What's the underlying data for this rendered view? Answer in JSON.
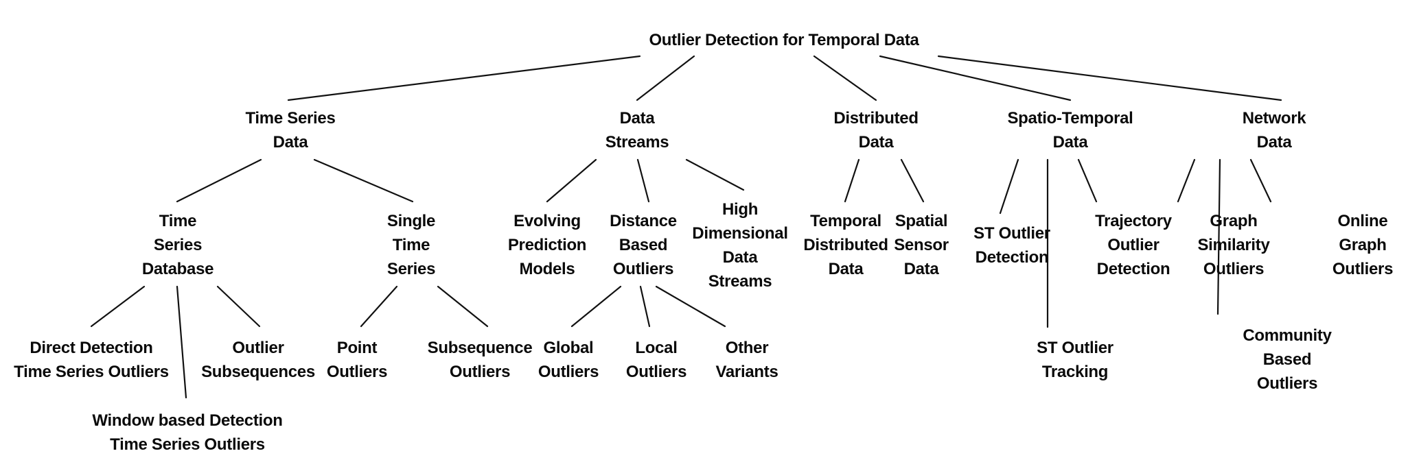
{
  "title": "Outlier Detection for Temporal Data",
  "colors": {
    "text": "#0a0a0a",
    "line": "#111111",
    "background": "#ffffff"
  },
  "tree": {
    "root": {
      "id": "root",
      "lines": [
        "Outlier Detection for Temporal Data"
      ]
    },
    "categories": [
      {
        "id": "time-series-data",
        "lines": [
          "Time Series",
          "Data"
        ],
        "children": [
          {
            "id": "time-series-database",
            "lines": [
              "Time",
              "Series",
              "Database"
            ],
            "children": [
              {
                "id": "direct-detection",
                "lines": [
                  "Direct Detection",
                  "Time Series Outliers"
                ]
              },
              {
                "id": "window-based-detection",
                "lines": [
                  "Window based Detection",
                  "Time Series Outliers"
                ]
              },
              {
                "id": "outlier-subsequences",
                "lines": [
                  "Outlier",
                  "Subsequences"
                ]
              }
            ]
          },
          {
            "id": "single-time-series",
            "lines": [
              "Single",
              "Time",
              "Series"
            ],
            "children": [
              {
                "id": "point-outliers",
                "lines": [
                  "Point",
                  "Outliers"
                ]
              },
              {
                "id": "subsequence-outliers",
                "lines": [
                  "Subsequence",
                  "Outliers"
                ]
              }
            ]
          }
        ]
      },
      {
        "id": "data-streams",
        "lines": [
          "Data",
          "Streams"
        ],
        "children": [
          {
            "id": "evolving-prediction-models",
            "lines": [
              "Evolving",
              "Prediction",
              "Models"
            ]
          },
          {
            "id": "distance-based-outliers",
            "lines": [
              "Distance",
              "Based",
              "Outliers"
            ],
            "children": [
              {
                "id": "global-outliers",
                "lines": [
                  "Global",
                  "Outliers"
                ]
              },
              {
                "id": "local-outliers",
                "lines": [
                  "Local",
                  "Outliers"
                ]
              },
              {
                "id": "other-variants",
                "lines": [
                  "Other",
                  "Variants"
                ]
              }
            ]
          },
          {
            "id": "high-dimensional-data-streams",
            "lines": [
              "High",
              "Dimensional",
              "Data",
              "Streams"
            ]
          }
        ]
      },
      {
        "id": "distributed-data",
        "lines": [
          "Distributed",
          "Data"
        ],
        "children": [
          {
            "id": "temporal-distributed-data",
            "lines": [
              "Temporal",
              "Distributed",
              "Data"
            ]
          },
          {
            "id": "spatial-sensor-data",
            "lines": [
              "Spatial",
              "Sensor",
              "Data"
            ]
          }
        ]
      },
      {
        "id": "spatio-temporal-data",
        "lines": [
          "Spatio-Temporal",
          "Data"
        ],
        "children": [
          {
            "id": "st-outlier-detection",
            "lines": [
              "ST Outlier",
              "Detection"
            ]
          },
          {
            "id": "st-outlier-tracking",
            "lines": [
              "ST Outlier",
              "Tracking"
            ]
          },
          {
            "id": "trajectory-outlier-detection",
            "lines": [
              "Trajectory",
              "Outlier",
              "Detection"
            ]
          }
        ]
      },
      {
        "id": "network-data",
        "lines": [
          "Network",
          "Data"
        ],
        "children": [
          {
            "id": "graph-similarity-outliers",
            "lines": [
              "Graph",
              "Similarity",
              "Outliers"
            ]
          },
          {
            "id": "community-based-outliers",
            "lines": [
              "Community",
              "Based",
              "Outliers"
            ]
          },
          {
            "id": "online-graph-outliers",
            "lines": [
              "Online",
              "Graph",
              "Outliers"
            ]
          }
        ]
      }
    ]
  }
}
